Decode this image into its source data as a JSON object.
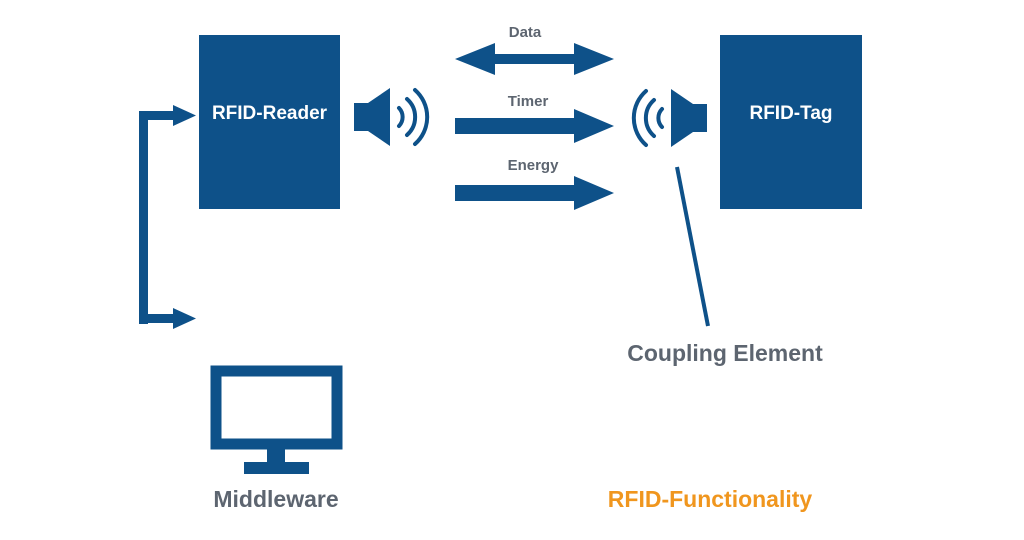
{
  "colors": {
    "primary": "#0e5189",
    "text_gray": "#5d6570",
    "accent_orange": "#f0961e",
    "background": "#ffffff"
  },
  "reader": {
    "label": "RFID-Reader"
  },
  "tag": {
    "label": "RFID-Tag"
  },
  "arrows": {
    "data": "Data",
    "timer": "Timer",
    "energy": "Energy"
  },
  "coupling": {
    "label": "Coupling Element"
  },
  "middleware": {
    "label": "Middleware"
  },
  "footer": {
    "title": "RFID-Functionality"
  },
  "icons": [
    "speaker-icon",
    "speaker-icon",
    "monitor-icon"
  ]
}
